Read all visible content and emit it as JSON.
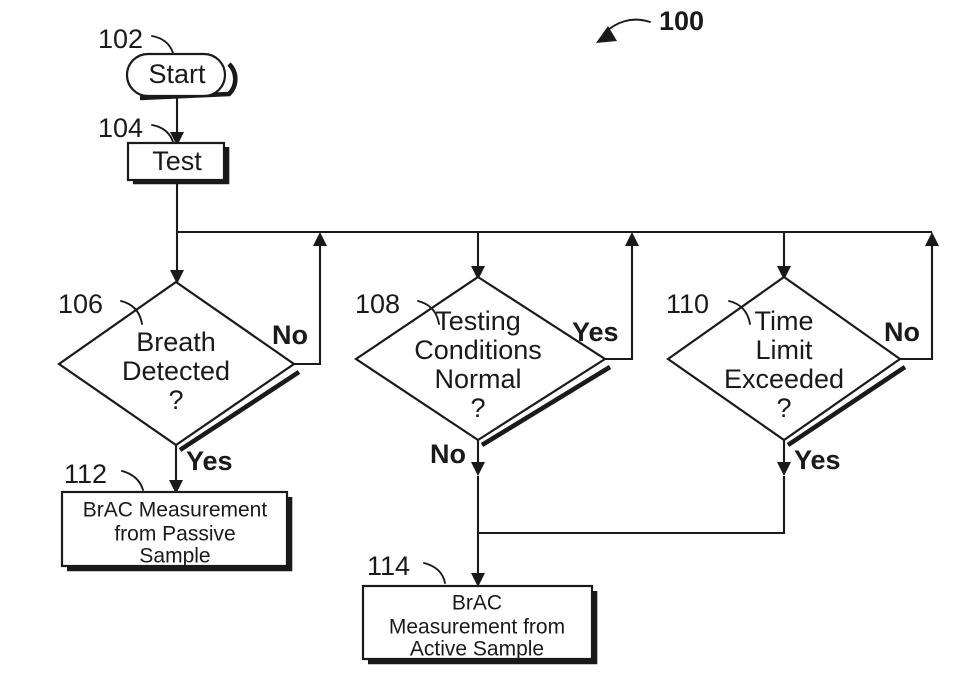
{
  "figure": {
    "number": "100",
    "type": "patent-flowchart",
    "background_color": "#ffffff",
    "line_color": "#1a1a1a"
  },
  "nodes": {
    "start": {
      "ref": "102",
      "label": "Start",
      "shape": "rounded-terminator"
    },
    "test": {
      "ref": "104",
      "label": "Test",
      "shape": "process-box"
    },
    "breath_detected": {
      "ref": "106",
      "shape": "decision-diamond",
      "line1": "Breath",
      "line2": "Detected",
      "line3": "?",
      "yes_label": "Yes",
      "no_label": "No"
    },
    "testing_conditions": {
      "ref": "108",
      "shape": "decision-diamond",
      "line1": "Testing",
      "line2": "Conditions",
      "line3": "Normal",
      "line4": "?",
      "yes_label": "Yes",
      "no_label": "No"
    },
    "time_limit": {
      "ref": "110",
      "shape": "decision-diamond",
      "line1": "Time",
      "line2": "Limit",
      "line3": "Exceeded",
      "line4": "?",
      "yes_label": "Yes",
      "no_label": "No"
    },
    "passive_result": {
      "ref": "112",
      "shape": "process-box",
      "line1": "BrAC Measurement",
      "line2": "from Passive",
      "line3": "Sample"
    },
    "active_result": {
      "ref": "114",
      "shape": "process-box",
      "line1": "BrAC",
      "line2": "Measurement from",
      "line3": "Active Sample"
    }
  }
}
